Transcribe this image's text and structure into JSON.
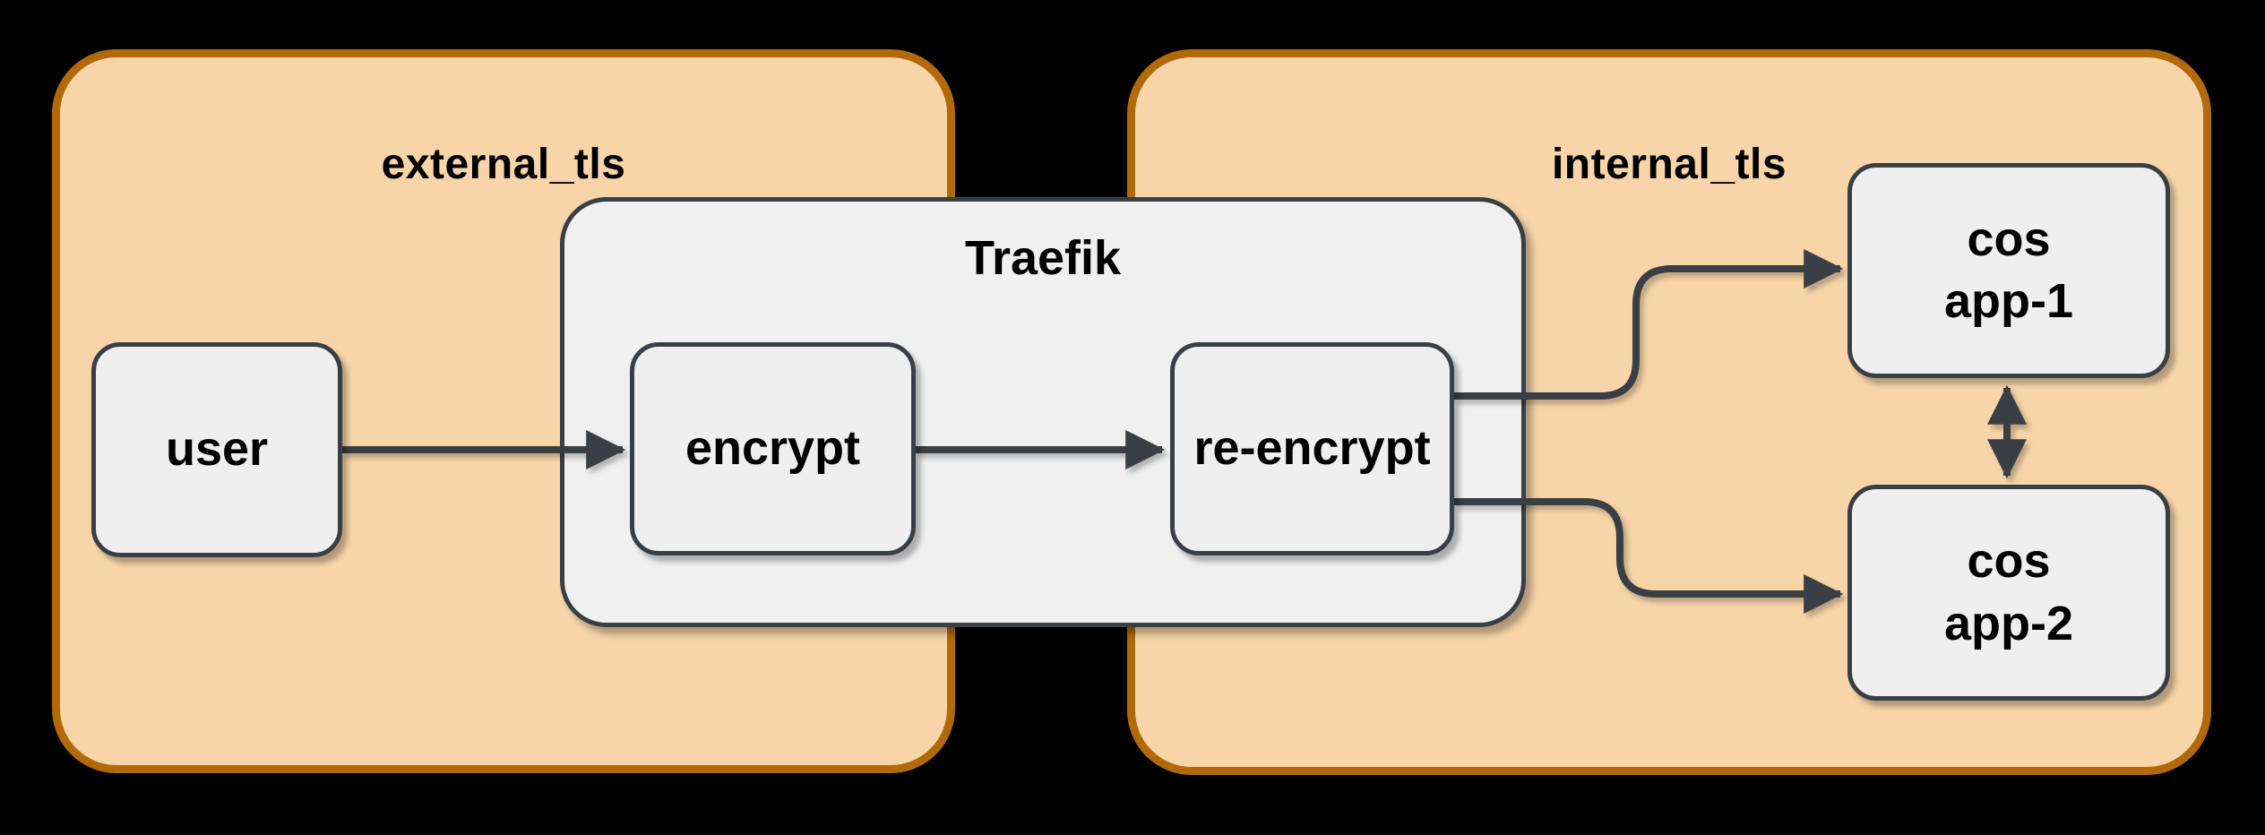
{
  "diagram": {
    "type": "flow-diagram",
    "background_color": "#000000",
    "containers": [
      {
        "id": "external_tls",
        "label": "external_tls",
        "fill": "#F8D5A8",
        "stroke": "#B26909"
      },
      {
        "id": "internal_tls",
        "label": "internal_tls",
        "fill": "#F8D5A8",
        "stroke": "#B26909"
      },
      {
        "id": "traefik",
        "label": "Traefik",
        "fill": "#F0F0F0",
        "stroke": "#3A3F45",
        "parent": "spans external_tls and internal_tls"
      }
    ],
    "nodes": [
      {
        "id": "user",
        "label": "user",
        "container": "external_tls",
        "fill": "#EFEFEF",
        "stroke": "#3A3F45"
      },
      {
        "id": "encrypt",
        "label": "encrypt",
        "container": "traefik",
        "fill": "#EFEFEF",
        "stroke": "#3A3F45"
      },
      {
        "id": "re-encrypt",
        "label": "re-encrypt",
        "container": "traefik",
        "fill": "#EFEFEF",
        "stroke": "#3A3F45"
      },
      {
        "id": "cos-app-1",
        "label": "cos\napp-1",
        "container": "internal_tls",
        "fill": "#EFEFEF",
        "stroke": "#3A3F45"
      },
      {
        "id": "cos-app-2",
        "label": "cos\napp-2",
        "container": "internal_tls",
        "fill": "#EFEFEF",
        "stroke": "#3A3F45"
      }
    ],
    "edges": [
      {
        "from": "user",
        "to": "encrypt",
        "style": "arrow",
        "color": "#3A3F45"
      },
      {
        "from": "encrypt",
        "to": "re-encrypt",
        "style": "arrow",
        "color": "#3A3F45"
      },
      {
        "from": "re-encrypt",
        "to": "cos-app-1",
        "style": "arrow",
        "color": "#3A3F45"
      },
      {
        "from": "re-encrypt",
        "to": "cos-app-2",
        "style": "arrow",
        "color": "#3A3F45"
      },
      {
        "from": "cos-app-1",
        "to": "cos-app-2",
        "style": "double-arrow",
        "color": "#3A3F45"
      }
    ]
  }
}
